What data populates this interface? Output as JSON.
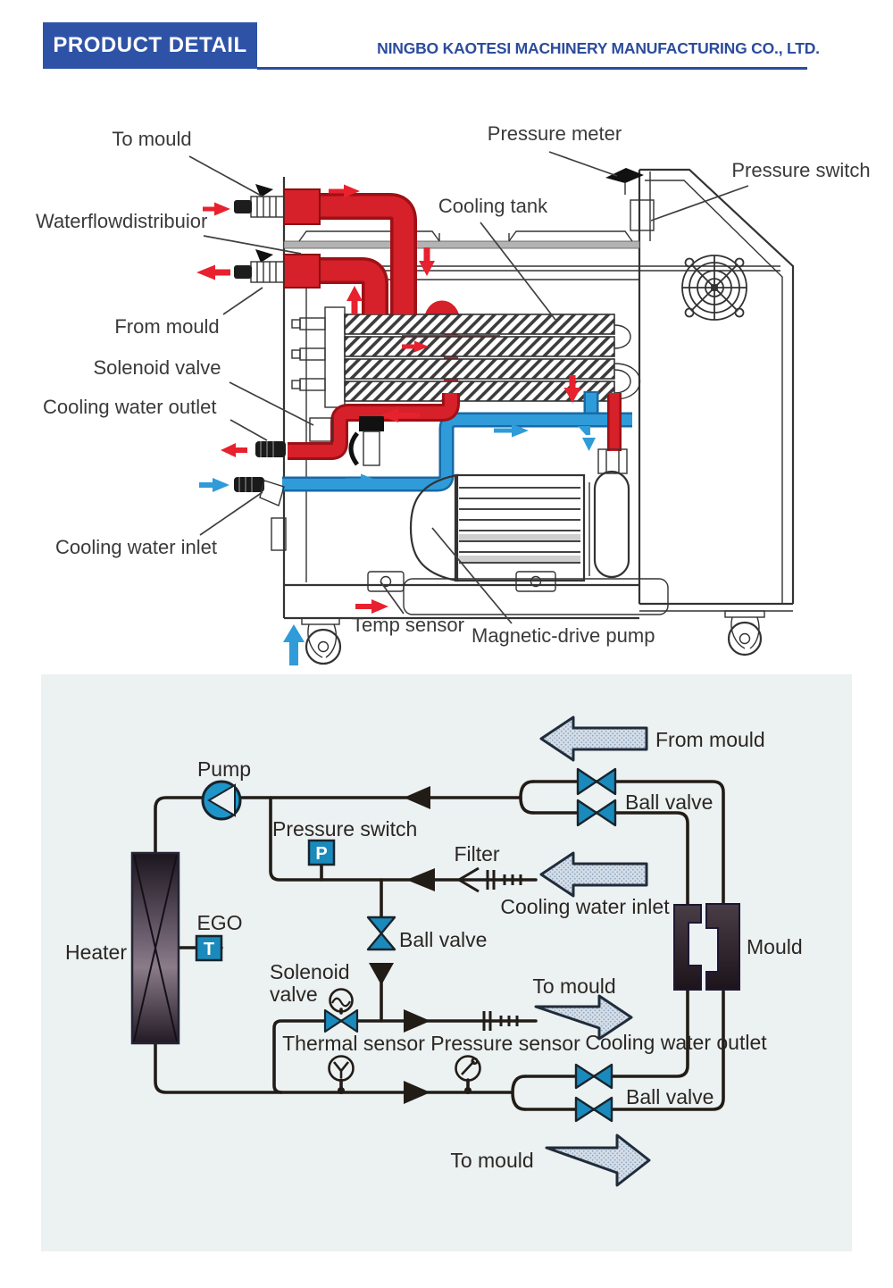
{
  "header": {
    "badge": "PRODUCT DETAIL",
    "company": "NINGBO KAOTESI MACHINERY MANUFACTURING CO., LTD.",
    "banner_color": "#2e53a6",
    "text_color": "#2c4c9c"
  },
  "machine_diagram": {
    "labels": {
      "to_mould": "To mould",
      "pressure_meter": "Pressure meter",
      "pressure_switch": "Pressure switch",
      "waterflow_distributor": "Waterflowdistribuior",
      "cooling_tank": "Cooling tank",
      "from_mould": "From mould",
      "solenoid_valve": "Solenoid valve",
      "cooling_water_outlet": "Cooling water outlet",
      "cooling_water_inlet": "Cooling water inlet",
      "temp_sensor": "Temp sensor",
      "magnetic_drive_pump": "Magnetic-drive pump"
    },
    "colors": {
      "hot_pipe": "#d6202a",
      "cold_pipe": "#2f9bd8",
      "line_art": "#333333",
      "label_text": "#3a3a3a"
    }
  },
  "schematic_diagram": {
    "labels": {
      "pump": "Pump",
      "pressure_switch": "Pressure switch",
      "from_mould": "From mould",
      "ball_valve_top": "Ball valve",
      "filter": "Filter",
      "cooling_water_inlet": "Cooling water inlet",
      "ego": "EGO",
      "heater": "Heater",
      "ball_valve_mid": "Ball valve",
      "solenoid_valve_line1": "Solenoid",
      "solenoid_valve_line2": "valve",
      "mould": "Mould",
      "to_mould_mid": "To mould",
      "thermal_sensor": "Thermal sensor",
      "pressure_sensor": "Pressure sensor",
      "cooling_water_outlet": "Cooling water outlet",
      "ball_valve_bottom": "Ball valve",
      "to_mould_bottom": "To mould"
    },
    "symbols": {
      "pressure_switch_letter": "P",
      "ego_letter": "T"
    },
    "colors": {
      "background": "#ecf1f2",
      "line": "#221c17",
      "valve_blue": "#1a8abc",
      "flow_arrow_fill": "#d4dee9",
      "label_text": "#2b2723"
    }
  }
}
